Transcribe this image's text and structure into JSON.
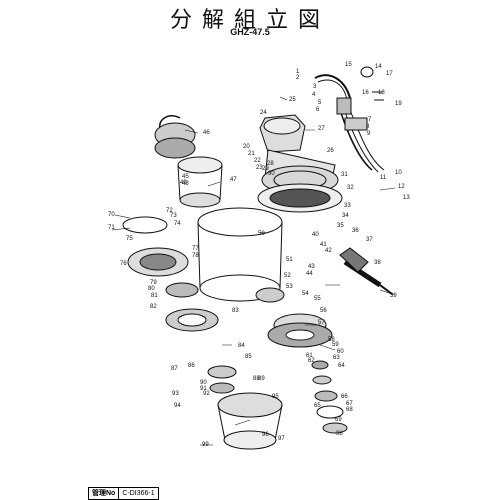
{
  "header": {
    "title": "分解組立図",
    "model": "GHZ-47.5"
  },
  "footer": {
    "management_label": "管理No",
    "management_value": "C-DI366-1"
  },
  "parts": [
    "1",
    "2",
    "3",
    "4",
    "5",
    "6",
    "7",
    "8",
    "9",
    "10",
    "11",
    "12",
    "13",
    "14",
    "15",
    "16",
    "17",
    "18",
    "19",
    "20",
    "21",
    "22",
    "23",
    "24",
    "25",
    "26",
    "27",
    "28",
    "29",
    "30",
    "31",
    "32",
    "33",
    "34",
    "35",
    "36",
    "37",
    "38",
    "39",
    "40",
    "41",
    "42",
    "43",
    "44",
    "45",
    "46",
    "47",
    "48",
    "49",
    "50",
    "51",
    "52",
    "53",
    "54",
    "55",
    "56",
    "57",
    "58",
    "59",
    "60",
    "61",
    "62",
    "63",
    "64",
    "65",
    "66",
    "67",
    "68",
    "69",
    "70",
    "71",
    "72",
    "73",
    "74",
    "75",
    "76",
    "77",
    "78",
    "79",
    "80",
    "81",
    "82",
    "83",
    "84",
    "85",
    "86",
    "87",
    "88",
    "89",
    "90",
    "91",
    "92",
    "93",
    "94",
    "95",
    "96",
    "97",
    "98",
    "99"
  ]
}
